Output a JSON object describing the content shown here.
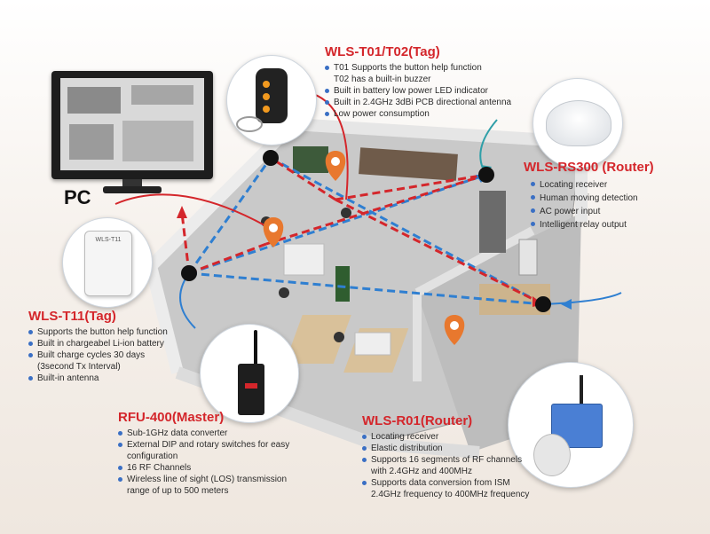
{
  "pc": {
    "label": "PC"
  },
  "tag_t01": {
    "title": "WLS-T01/T02(Tag)",
    "features": [
      {
        "text": "T01 Supports the button help function",
        "bullet": true
      },
      {
        "text": "T02 has a built-in buzzer",
        "bullet": false
      },
      {
        "text": "Built in battery low power LED indicator",
        "bullet": true
      },
      {
        "text": "Built in 2.4GHz 3dBi PCB directional antenna",
        "bullet": true
      },
      {
        "text": "Low power consumption",
        "bullet": true
      }
    ]
  },
  "router_rs300": {
    "title": "WLS-RS300 (Router)",
    "features": [
      {
        "text": "Locating receiver",
        "bullet": true
      },
      {
        "text": "Human moving detection",
        "bullet": true
      },
      {
        "text": "AC power input",
        "bullet": true
      },
      {
        "text": "Intelligent  relay output",
        "bullet": true
      }
    ]
  },
  "tag_t11": {
    "title": "WLS-T11(Tag)",
    "device_label": "WLS-T11",
    "features": [
      {
        "text": "Supports the button help function",
        "bullet": true
      },
      {
        "text": "Built in chargeabel Li-ion battery",
        "bullet": true
      },
      {
        "text": "Built charge cycles 30 days",
        "bullet": true
      },
      {
        "text": "(3second Tx Interval)",
        "bullet": false
      },
      {
        "text": "Built-in antenna",
        "bullet": true
      }
    ]
  },
  "master_rfu400": {
    "title": "RFU-400(Master)",
    "features": [
      {
        "text": "Sub-1GHz data converter",
        "bullet": true
      },
      {
        "text": "External DIP and rotary switches for easy",
        "bullet": true
      },
      {
        "text": "configuration",
        "bullet": false
      },
      {
        "text": "16 RF Channels",
        "bullet": true
      },
      {
        "text": "Wireless line of sight (LOS) transmission",
        "bullet": true
      },
      {
        "text": "range of up to 500 meters",
        "bullet": false
      }
    ]
  },
  "router_r01": {
    "title": "WLS-R01(Router)",
    "features": [
      {
        "text": "Locating receiver",
        "bullet": true
      },
      {
        "text": "Elastic distribution",
        "bullet": true
      },
      {
        "text": "Supports 16 segments of RF channels",
        "bullet": true
      },
      {
        "text": "with 2.4GHz and 400MHz",
        "bullet": false
      },
      {
        "text": "Supports data conversion from ISM",
        "bullet": true
      },
      {
        "text": "2.4GHz frequency to 400MHz frequency",
        "bullet": false
      }
    ]
  },
  "colors": {
    "title_red": "#d4262b",
    "bullet_blue": "#3a6fc4",
    "link_blue": "#2f7fd1",
    "tag_red": "#d4262b",
    "pin_orange": "#e8782e"
  }
}
